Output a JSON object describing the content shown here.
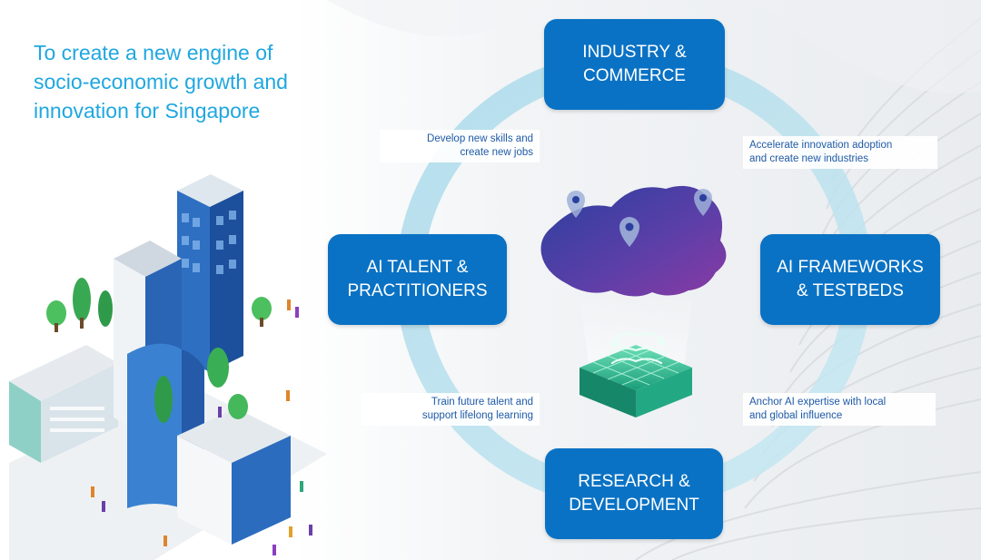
{
  "headline": "To create a new engine of\nsocio-economic growth and\ninnovation for Singapore",
  "pillars": {
    "top": "INDUSTRY &\nCOMMERCE",
    "left": "AI TALENT &\nPRACTITIONERS",
    "right": "AI FRAMEWORKS\n& TESTBEDS",
    "bottom": "RESEARCH &\nDEVELOPMENT"
  },
  "notes": {
    "top_left": "Develop new skills and\ncreate new jobs",
    "top_right": "Accelerate innovation adoption\nand create new industries",
    "bottom_left": "Train future talent and\nsupport lifelong learning",
    "bottom_right": "Anchor AI expertise with local\nand global influence"
  },
  "colors": {
    "headline": "#1fa7e0",
    "pillar_fill": "#0a72c4",
    "note_text": "#1f5aa6",
    "ring": "#bfe3ef"
  },
  "icons": {
    "center": "singapore-map-with-location-pins",
    "center_base": "ai-chip-icon",
    "left_illustration": "isometric-city-illustration"
  }
}
